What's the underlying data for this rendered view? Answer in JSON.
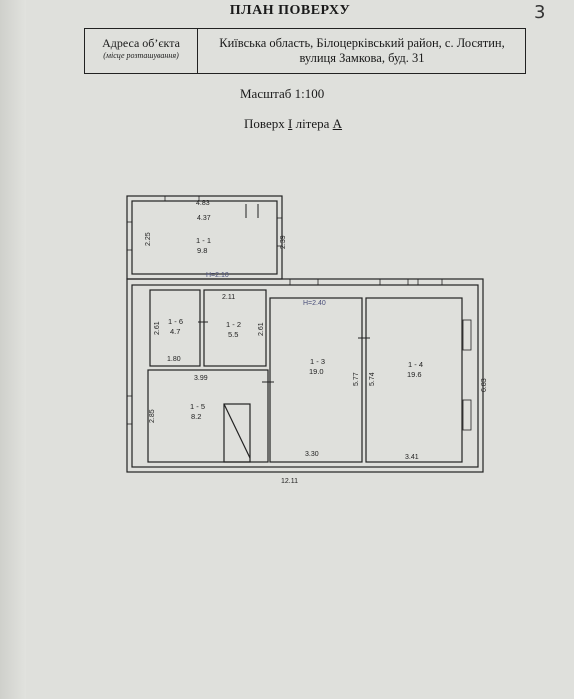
{
  "header": {
    "title": "ПЛАН ПОВЕРХУ",
    "page_number": "3"
  },
  "address": {
    "label": "Адреса об’єкта",
    "sublabel": "(місце розташування)",
    "line1": "Київська область, Білоцерківський район, с. Лосятин,",
    "line2": "вулиця Замкова, буд. 31"
  },
  "scale": "Масштаб 1:100",
  "floor": {
    "prefix": "Поверх",
    "floor_no": "I",
    "middle": "літера",
    "letter": "А"
  },
  "plan": {
    "overall_width": "12.11",
    "height_right": "6.83",
    "heights": [
      "H=2.10",
      "H=2.40"
    ],
    "rooms": [
      {
        "id": "1 - 1",
        "area": "9.8"
      },
      {
        "id": "1 - 2",
        "area": "5.5"
      },
      {
        "id": "1 - 3",
        "area": "19.0"
      },
      {
        "id": "1 - 4",
        "area": "19.6"
      },
      {
        "id": "1 - 5",
        "area": "8.2"
      },
      {
        "id": "1 - 6",
        "area": "4.7"
      }
    ],
    "dims": {
      "d483": "4.83",
      "d437": "4.37",
      "d225": "2.25",
      "d239": "2.39",
      "d211": "2.11",
      "d261a": "2.61",
      "d261b": "2.61",
      "d180": "1.80",
      "d399": "3.99",
      "d285": "2.85",
      "d577": "5.77",
      "d574": "5.74",
      "d330": "3.30",
      "d341": "3.41"
    }
  },
  "colors": {
    "paper": "#dfe0dc",
    "ink": "#1a1a1a",
    "height_label": "#4a4f7a"
  }
}
